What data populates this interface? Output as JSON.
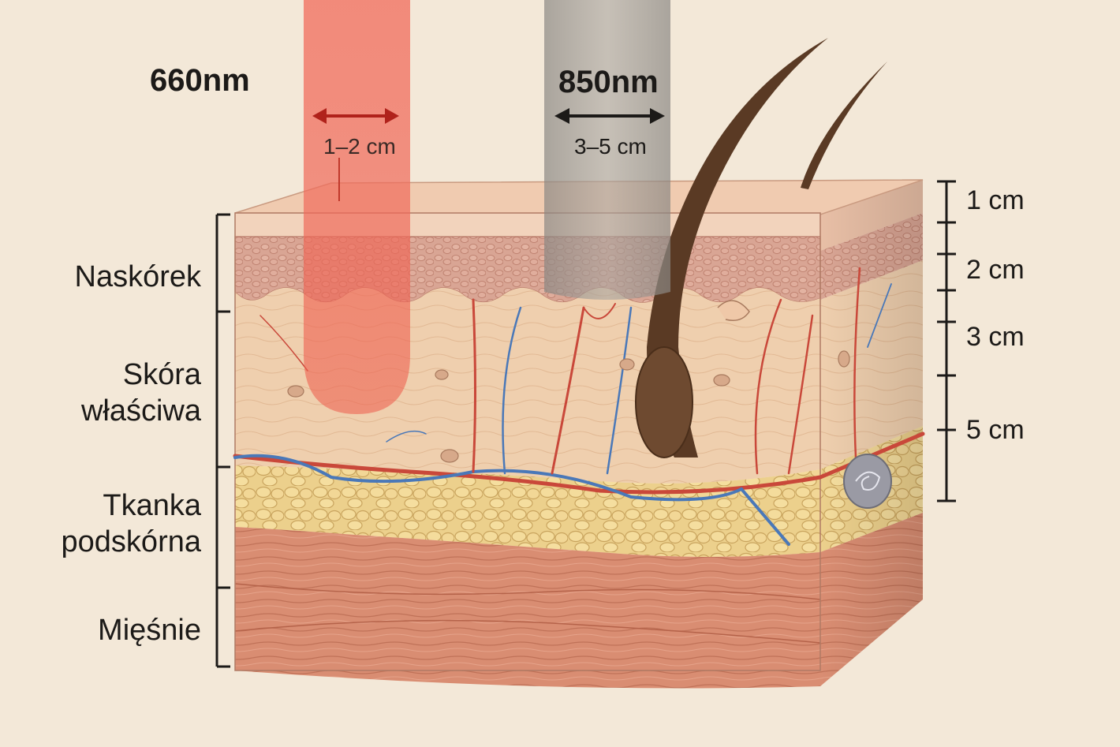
{
  "beams": {
    "red": {
      "wavelength": "660nm",
      "depth": "1–2 cm",
      "color": "#ee5a4a",
      "arrow_color": "#b0221b"
    },
    "nir": {
      "wavelength": "850nm",
      "depth": "3–5 cm",
      "color": "#8d8a86",
      "arrow_color": "#1c1a18"
    }
  },
  "layers": {
    "epidermis": "Naskórek",
    "dermis_line1": "Skóra",
    "dermis_line2": "właściwa",
    "subcutis_line1": "Tkanka",
    "subcutis_line2": "podskórna",
    "muscle": "Mięśnie"
  },
  "scale": [
    "1 cm",
    "2 cm",
    "3 cm",
    "5 cm"
  ],
  "colors": {
    "background": "#f3e8d8",
    "epidermis": "#d9a594",
    "dermis": "#efcfae",
    "fat": "#ecd08c",
    "muscle": "#d98d72",
    "artery": "#c9483a",
    "vein": "#4a78b8",
    "hair": "#5a3a24"
  }
}
